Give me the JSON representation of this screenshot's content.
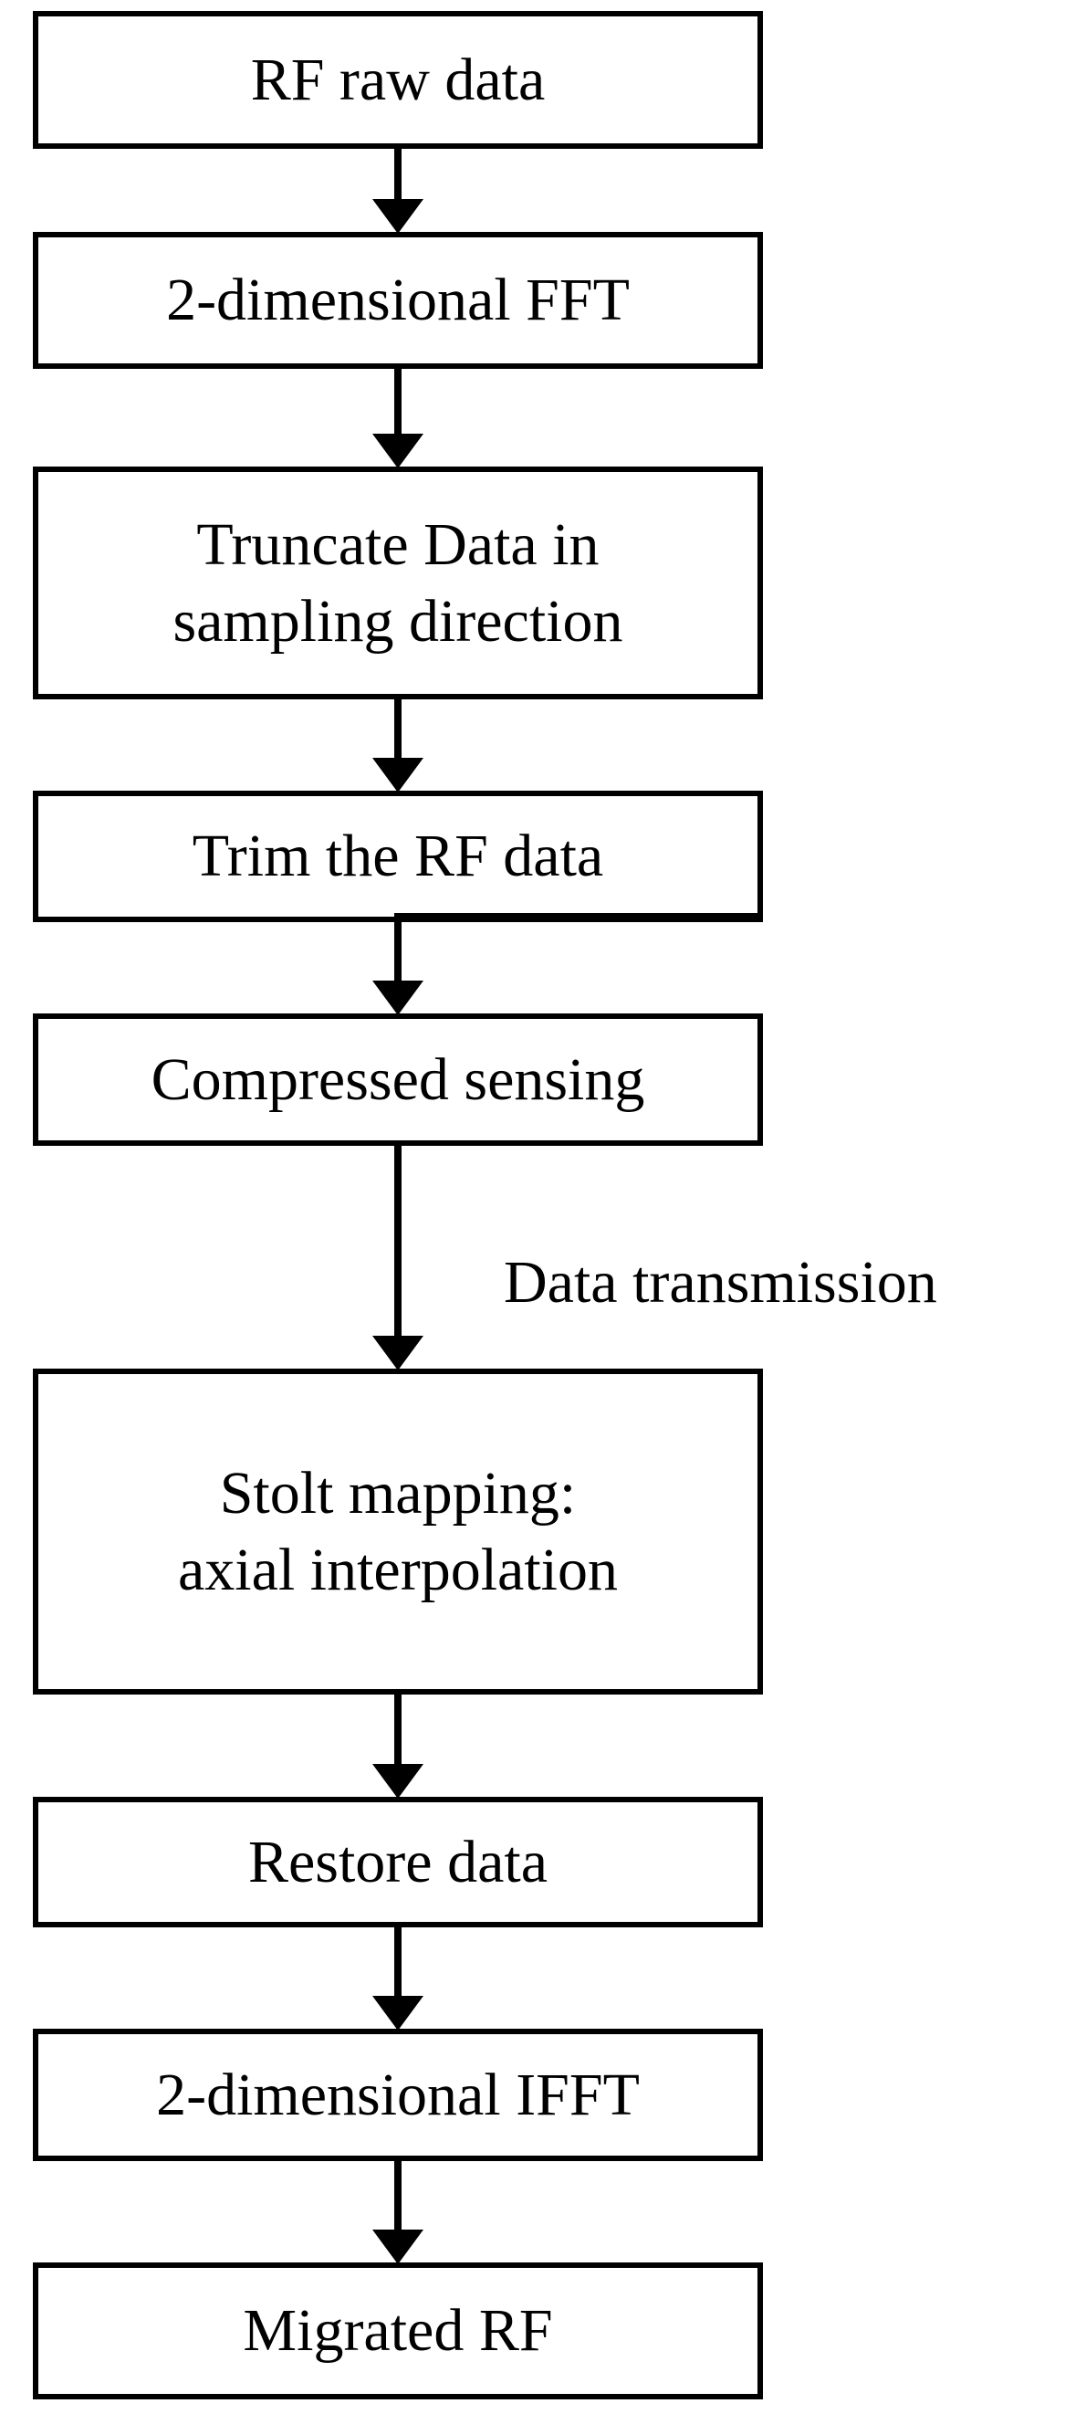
{
  "diagram": {
    "nodes": [
      {
        "id": "b1",
        "label": "RF raw data"
      },
      {
        "id": "b2",
        "label": "2-dimensional FFT"
      },
      {
        "id": "b3",
        "label": "Truncate Data in\nsampling direction"
      },
      {
        "id": "b4",
        "label": "Trim the RF data"
      },
      {
        "id": "b5",
        "label": "Compressed sensing"
      },
      {
        "id": "b6",
        "label": "Stolt mapping:\naxial interpolation"
      },
      {
        "id": "b7",
        "label": "Restore data"
      },
      {
        "id": "b8",
        "label": "2-dimensional IFFT"
      },
      {
        "id": "b9",
        "label": "Migrated RF"
      }
    ],
    "edges": [
      {
        "from": "b1",
        "to": "b2"
      },
      {
        "from": "b2",
        "to": "b3"
      },
      {
        "from": "b3",
        "to": "b4"
      },
      {
        "from": "b4",
        "to": "b5"
      },
      {
        "from": "b5",
        "to": "b6",
        "label": "Data transmission"
      },
      {
        "from": "b6",
        "to": "b7"
      },
      {
        "from": "b7",
        "to": "b8"
      },
      {
        "from": "b8",
        "to": "b9"
      }
    ]
  }
}
